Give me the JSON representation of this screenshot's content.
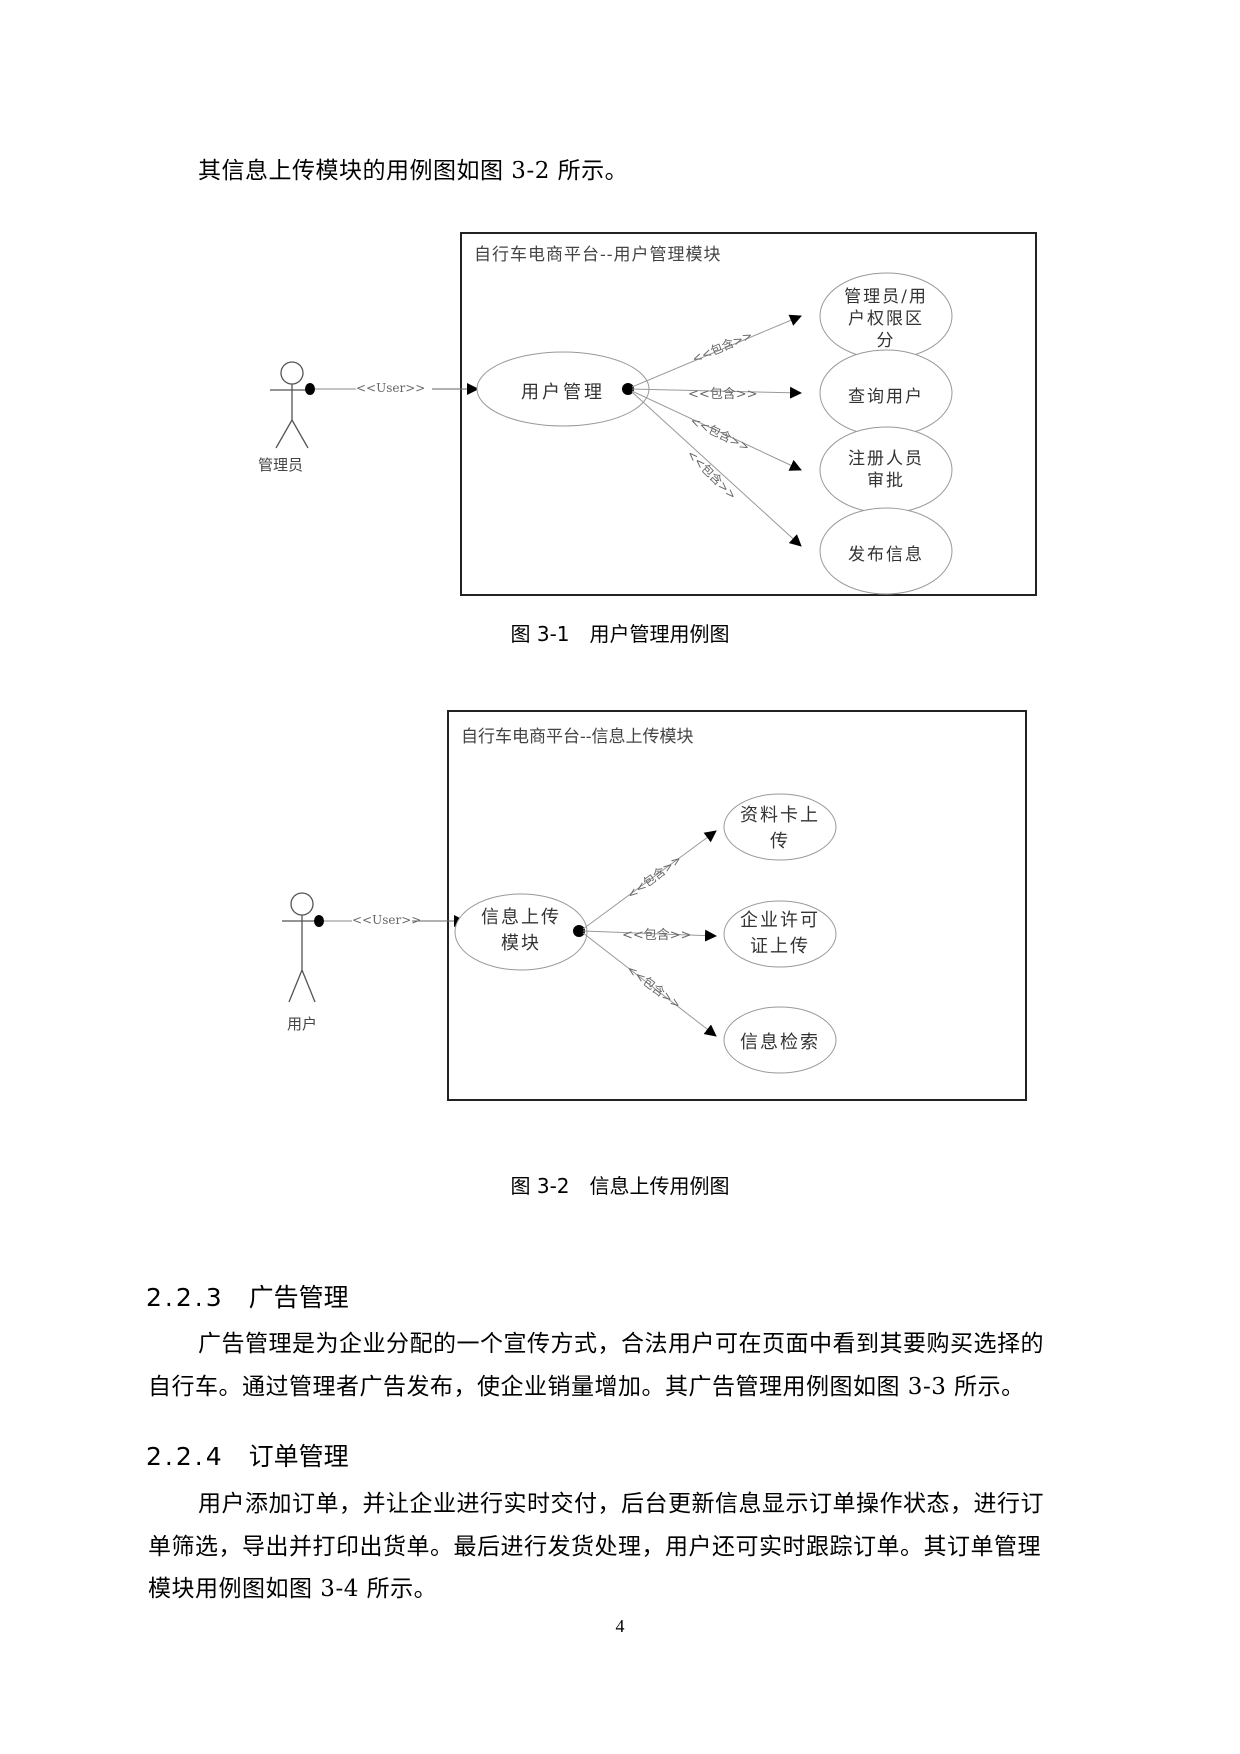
{
  "intro": {
    "text": "其信息上传模块的用例图如图 3-2 所示。"
  },
  "figure1": {
    "system_title": "自行车电商平台--用户管理模块",
    "actor": {
      "label": "管理员",
      "stereotype": "<<User>>"
    },
    "main_use_case": "用户管理",
    "use_cases": [
      {
        "lines": [
          "管理员/用",
          "户权限区",
          "分"
        ],
        "relation": "<<包含>>"
      },
      {
        "lines": [
          "查询用户"
        ],
        "relation": "<<包含>>"
      },
      {
        "lines": [
          "注册人员",
          "审批"
        ],
        "relation": "<<包含>>"
      },
      {
        "lines": [
          "发布信息"
        ],
        "relation": "<<包含>>"
      }
    ],
    "caption": "图 3-1　用户管理用例图"
  },
  "figure2": {
    "system_title": "自行车电商平台--信息上传模块",
    "actor": {
      "label": "用户",
      "stereotype": "<<User>>"
    },
    "main_use_case": [
      "信息上传",
      "模块"
    ],
    "use_cases": [
      {
        "lines": [
          "资料卡上",
          "传"
        ],
        "relation": "<<包含>>"
      },
      {
        "lines": [
          "企业许可",
          "证上传"
        ],
        "relation": "<<包含>>"
      },
      {
        "lines": [
          "信息检索"
        ],
        "relation": "<<包含>>"
      }
    ],
    "caption": "图 3-2　信息上传用例图"
  },
  "section_223": {
    "number": "2.2.3",
    "title": "广告管理",
    "paragraph_lines": [
      "广告管理是为企业分配的一个宣传方式，合法用户可在页面中看到其要购买选择的",
      "自行车。通过管理者广告发布，使企业销量增加。其广告管理用例图如图 3-3 所示。"
    ]
  },
  "section_224": {
    "number": "2.2.4",
    "title": "订单管理",
    "paragraph_lines": [
      "用户添加订单，并让企业进行实时交付，后台更新信息显示订单操作状态，进行订",
      "单筛选，导出并打印出货单。最后进行发货处理，用户还可实时跟踪订单。其订单管理",
      "模块用例图如图 3-4 所示。"
    ]
  },
  "page_number": "4"
}
